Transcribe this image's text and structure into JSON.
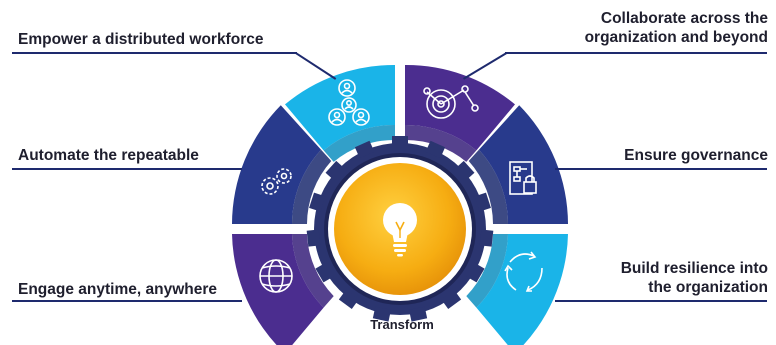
{
  "diagram": {
    "center_label": "Transform",
    "left_items": [
      {
        "label": "Empower a distributed workforce",
        "icon": "people-network-icon",
        "color": "#1ab4e8"
      },
      {
        "label": "Automate the repeatable",
        "icon": "gears-icon",
        "color": "#283a8c"
      },
      {
        "label": "Engage anytime, anywhere",
        "icon": "globe-icon",
        "color": "#4b2d8f"
      }
    ],
    "right_items": [
      {
        "label_line1": "Collaborate across the",
        "label_line2": "organization and beyond",
        "icon": "target-nodes-icon",
        "color": "#4b2d8f"
      },
      {
        "label": "Ensure governance",
        "icon": "flowchart-lock-icon",
        "color": "#283a8c"
      },
      {
        "label_line1": "Build resilience into",
        "label_line2": "the organization",
        "icon": "cycle-arrows-icon",
        "color": "#1ab4e8"
      }
    ],
    "center_icon": "lightbulb-icon",
    "colors": {
      "dark_blue": "#283a8c",
      "purple": "#4b2d8f",
      "cyan": "#1ab4e8",
      "gear": "#2b3570",
      "gold": "#f4a60f",
      "line": "#1e2a6e"
    }
  }
}
